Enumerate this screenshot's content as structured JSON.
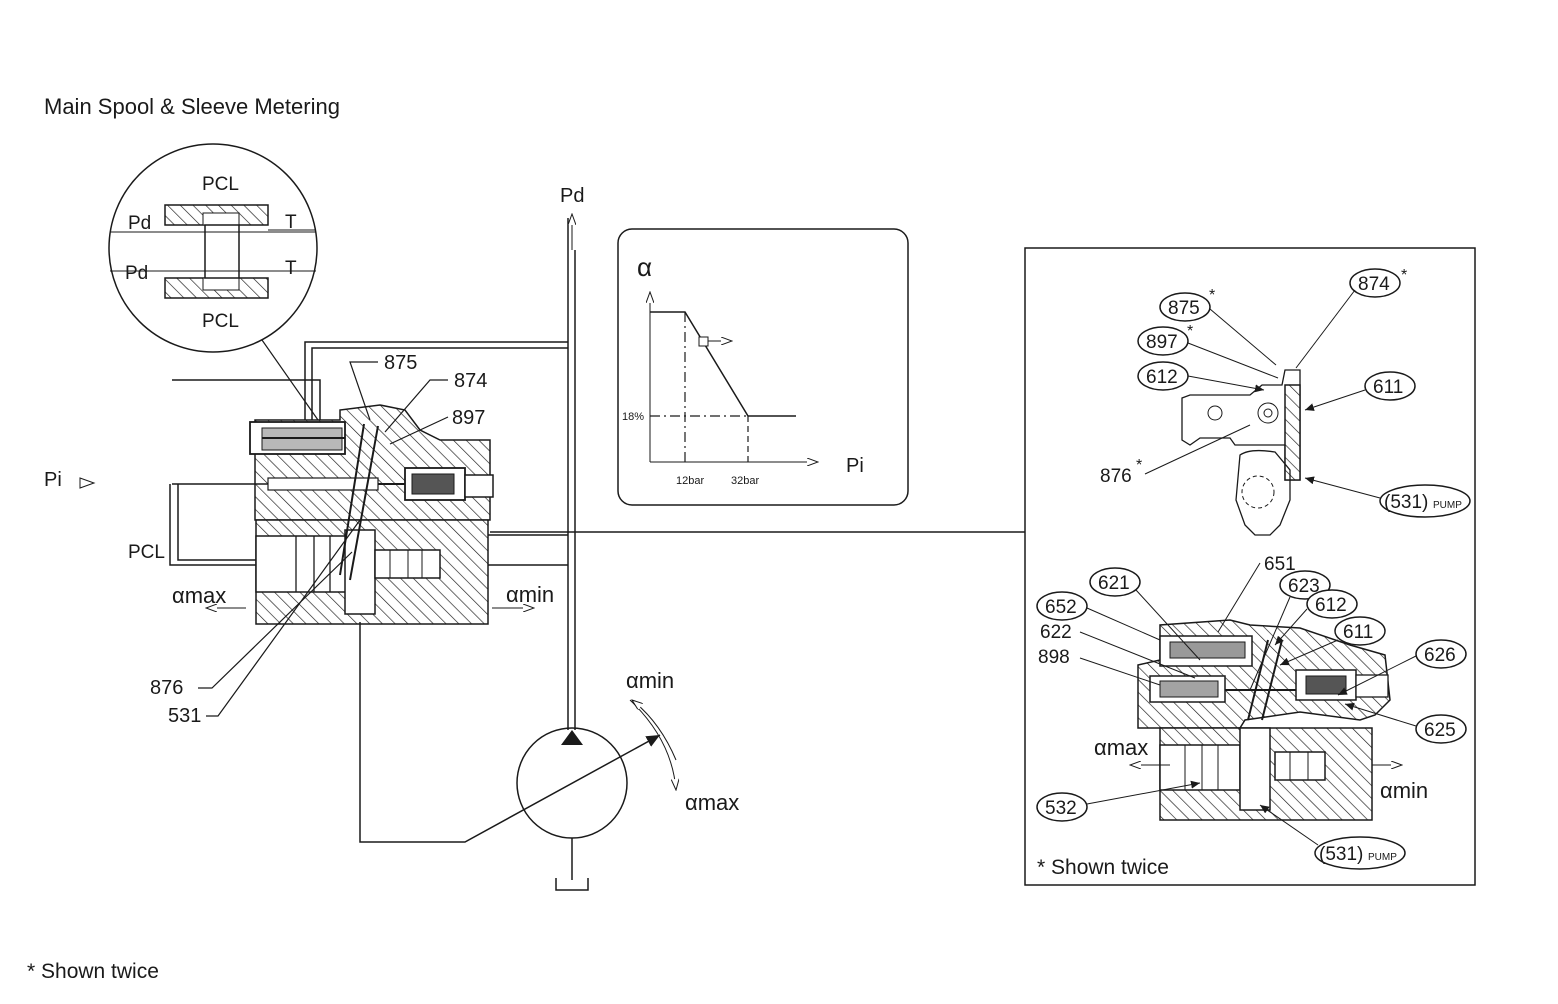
{
  "title": "Main Spool & Sleeve Metering",
  "footnote": "* Shown twice",
  "left": {
    "detail_circle": {
      "top_label": "PCL",
      "bottom_label": "PCL",
      "left_top": "Pd",
      "left_bottom": "Pd",
      "right_top": "T",
      "right_bottom": "T"
    },
    "pd_label": "Pd",
    "pi_label": "Pi",
    "pcl_label": "PCL",
    "alpha_max_left": "αmax",
    "alpha_min_right": "αmin",
    "callouts": [
      "875",
      "874",
      "897",
      "876",
      "531"
    ],
    "pump_alpha_min": "αmin",
    "pump_alpha_max": "αmax"
  },
  "graph": {
    "y_axis_label": "α",
    "x_axis_label": "Pi",
    "y_tick": "18%",
    "x_ticks": [
      "12bar",
      "32bar"
    ]
  },
  "right_panel": {
    "top_callouts": {
      "c875": "875",
      "c874": "874",
      "c897": "897",
      "c612": "612",
      "c611": "611",
      "c876": "876",
      "c531": "(531)",
      "c531_sub": "PUMP",
      "star": "*"
    },
    "bottom_callouts": {
      "c651": "651",
      "c621": "621",
      "c623": "623",
      "c652": "652",
      "c612": "612",
      "c622": "622",
      "c611": "611",
      "c898": "898",
      "c626": "626",
      "c625": "625",
      "c532": "532",
      "c531": "(531)",
      "c531_sub": "PUMP"
    },
    "alpha_max": "αmax",
    "alpha_min": "αmin",
    "note": "* Shown twice"
  }
}
